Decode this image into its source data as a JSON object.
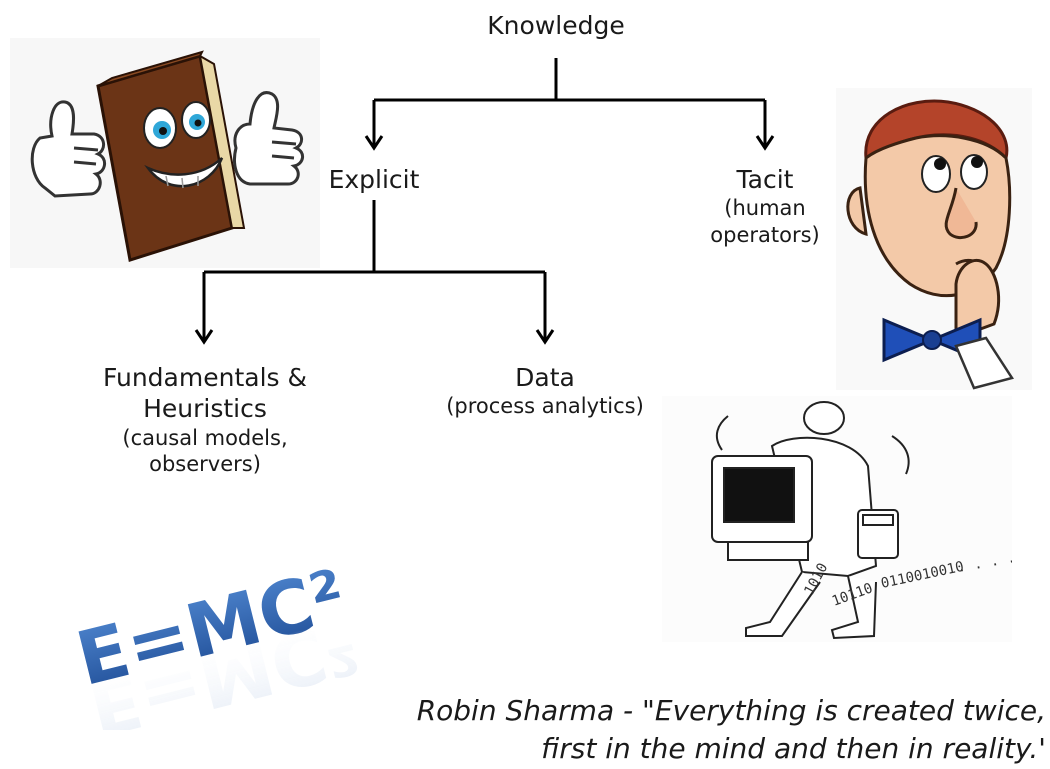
{
  "diagram": {
    "root": "Knowledge",
    "explicit": "Explicit",
    "tacit": {
      "title": "Tacit",
      "line1": "(human",
      "line2": "operators)"
    },
    "fundamentals": {
      "line1": "Fundamentals &",
      "line2": "Heuristics",
      "line3": "(causal models,",
      "line4": "observers)"
    },
    "data": {
      "title": "Data",
      "subtitle": "(process analytics)"
    }
  },
  "formula": "E=MC²",
  "quote": {
    "line1": "Robin Sharma - \"Everything is created twice,",
    "line2": "first in the mind and then in reality.'"
  },
  "illustrations": [
    "thumbs-up-book-cartoon",
    "thinking-man-cartoon",
    "man-carrying-computer-sketch"
  ],
  "colors": {
    "arrow": "#000000",
    "formula": "#2e63b0"
  }
}
